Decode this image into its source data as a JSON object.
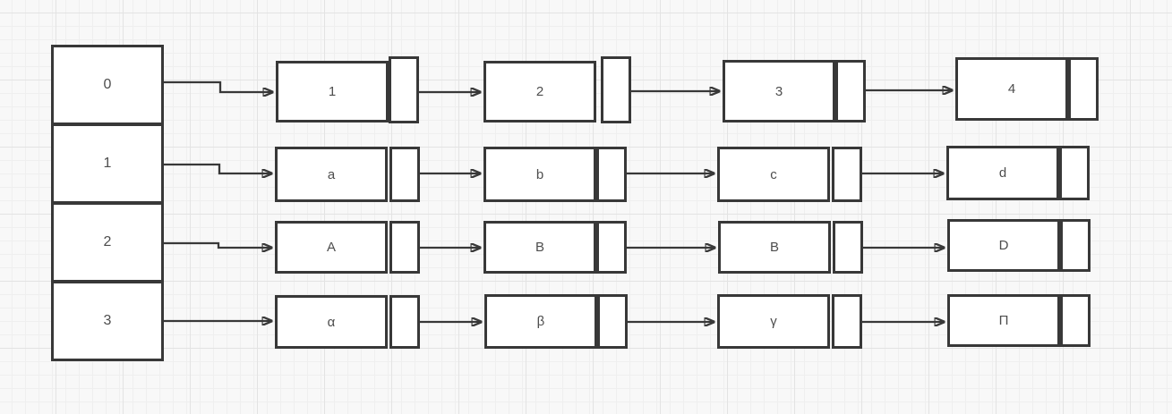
{
  "diagram_type": "array-of-linked-lists",
  "buckets": [
    {
      "label": "0",
      "nodes": [
        {
          "label": "1"
        },
        {
          "label": "2"
        },
        {
          "label": "3"
        },
        {
          "label": "4"
        }
      ]
    },
    {
      "label": "1",
      "nodes": [
        {
          "label": "a"
        },
        {
          "label": "b"
        },
        {
          "label": "c"
        },
        {
          "label": "d"
        }
      ]
    },
    {
      "label": "2",
      "nodes": [
        {
          "label": "A"
        },
        {
          "label": "B"
        },
        {
          "label": "B"
        },
        {
          "label": "D"
        }
      ]
    },
    {
      "label": "3",
      "nodes": [
        {
          "label": "α"
        },
        {
          "label": "β"
        },
        {
          "label": "γ"
        },
        {
          "label": "Π"
        }
      ]
    }
  ],
  "colors": {
    "shape_stroke": "#383838",
    "shape_fill": "#ffffff",
    "label_text": "#4d4d4d",
    "canvas_background": "#f8f8f8",
    "grid_minor": "#efefef",
    "grid_major": "#e3e3e3"
  }
}
